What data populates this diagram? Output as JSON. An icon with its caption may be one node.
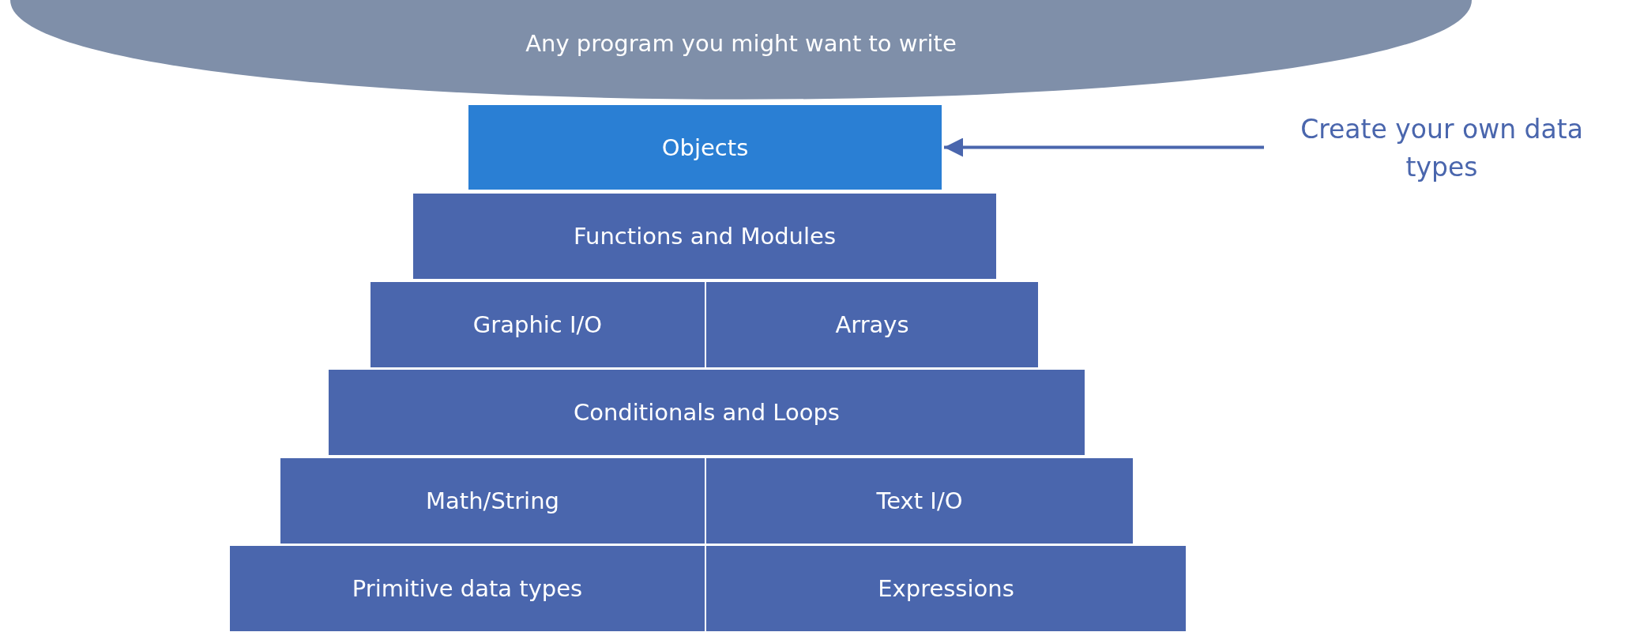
{
  "diagram": {
    "nodes": [
      {
        "text": [
          "Any program you might want to write"
        ]
      },
      {
        "text": [
          "Objects"
        ]
      },
      {
        "text": [
          "Functions and Modules"
        ]
      },
      {
        "text": [
          "Graphic I/O"
        ]
      },
      {
        "text": [
          "Arrays"
        ]
      },
      {
        "text": [
          "Conditionals and Loops"
        ]
      },
      {
        "text": [
          "Math/String"
        ]
      },
      {
        "text": [
          "Text I/O"
        ]
      },
      {
        "text": [
          "Primitive data types"
        ]
      },
      {
        "text": [
          "Expressions"
        ]
      },
      {
        "text": [
          "Create your own data types"
        ]
      }
    ],
    "edges": [
      {
        "from": 10,
        "to": 1,
        "arrow": "to"
      }
    ]
  }
}
